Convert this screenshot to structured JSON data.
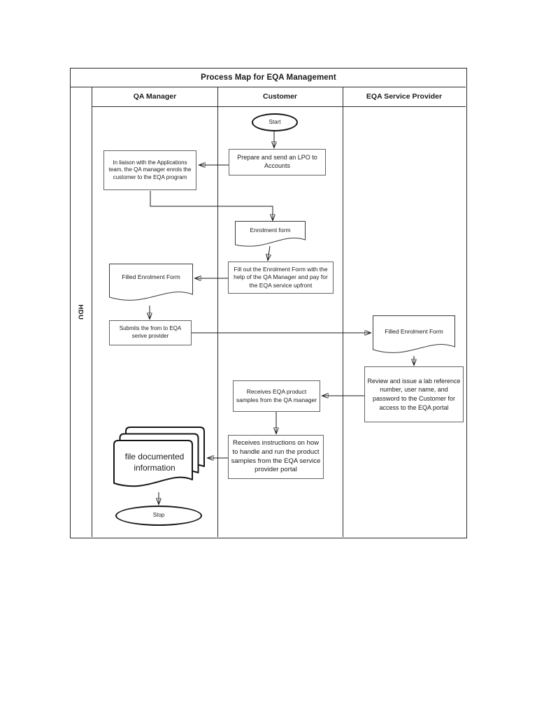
{
  "diagram": {
    "title": "Process Map for EQA Management",
    "row_label": "HDU",
    "lanes": [
      {
        "label": "QA Manager"
      },
      {
        "label": "Customer"
      },
      {
        "label": "EQA Service Provider"
      }
    ],
    "colors": {
      "line": "#1a1a1a",
      "process_border": "#636363",
      "terminator_border": "#141414",
      "fill": "#ffffff",
      "text": "#1a1a1a"
    },
    "nodes": {
      "start": {
        "type": "terminator",
        "lane": "Customer",
        "label": "Start"
      },
      "prepare_lpo": {
        "type": "process",
        "lane": "Customer",
        "label": "Prepare and send an LPO to Accounts"
      },
      "enrol_customer": {
        "type": "process",
        "lane": "QA Manager",
        "label": "In liaison with the Applications team, the QA manager enrols the customer to the EQA program"
      },
      "enrolment_form": {
        "type": "document",
        "lane": "Customer",
        "label": "Enrolment form"
      },
      "fill_form": {
        "type": "process",
        "lane": "Customer",
        "label": "Fill out the Enrolment Form with the help of the QA Manager and pay for the EQA service upfront"
      },
      "filled_form_qa": {
        "type": "document",
        "lane": "QA Manager",
        "label": "Filled Enrolment Form"
      },
      "submit_form": {
        "type": "process",
        "lane": "QA Manager",
        "label": "Submits the from to EQA serive provider"
      },
      "filled_form_eqa": {
        "type": "document",
        "lane": "EQA Service Provider",
        "label": "Filled Enrolment Form"
      },
      "review_issue": {
        "type": "process",
        "lane": "EQA Service Provider",
        "label": "Review and issue a lab reference number, user name, and password to the Customer for access to the EQA portal"
      },
      "receive_samples": {
        "type": "process",
        "lane": "Customer",
        "label": "Receives EQA product samples from the QA manager"
      },
      "receive_instructions": {
        "type": "process",
        "lane": "Customer",
        "label": "Receives instructions on how to handle and run the product samples from the EQA service provider portal"
      },
      "file_information": {
        "type": "multi-document",
        "lane": "QA Manager",
        "label": "file documented information"
      },
      "stop": {
        "type": "terminator",
        "lane": "QA Manager",
        "label": "Stop"
      }
    },
    "edges": [
      {
        "from": "start",
        "to": "prepare_lpo"
      },
      {
        "from": "prepare_lpo",
        "to": "enrol_customer"
      },
      {
        "from": "enrol_customer",
        "to": "enrolment_form"
      },
      {
        "from": "enrolment_form",
        "to": "fill_form"
      },
      {
        "from": "fill_form",
        "to": "filled_form_qa"
      },
      {
        "from": "filled_form_qa",
        "to": "submit_form"
      },
      {
        "from": "submit_form",
        "to": "filled_form_eqa"
      },
      {
        "from": "filled_form_eqa",
        "to": "review_issue"
      },
      {
        "from": "review_issue",
        "to": "receive_samples"
      },
      {
        "from": "receive_samples",
        "to": "receive_instructions"
      },
      {
        "from": "receive_instructions",
        "to": "file_information"
      },
      {
        "from": "file_information",
        "to": "stop"
      }
    ]
  }
}
